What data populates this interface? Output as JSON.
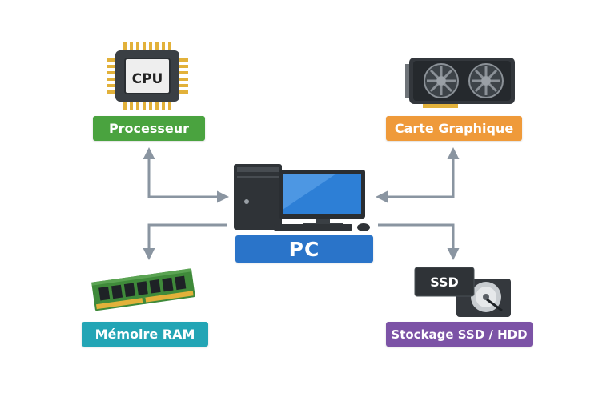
{
  "nodes": {
    "cpu": {
      "label": "Processeur",
      "chip_text": "CPU",
      "color": "#4aa33f"
    },
    "gpu": {
      "label": "Carte Graphique",
      "color": "#ef9a3a"
    },
    "ram": {
      "label": "Mémoire RAM",
      "color": "#23a5b5"
    },
    "storage": {
      "label": "Stockage SSD / HDD",
      "ssd_text": "SSD",
      "color": "#7c53a6"
    },
    "pc": {
      "label": "PC",
      "color": "#2a74c9"
    }
  },
  "arrow_color": "#8a95a1"
}
